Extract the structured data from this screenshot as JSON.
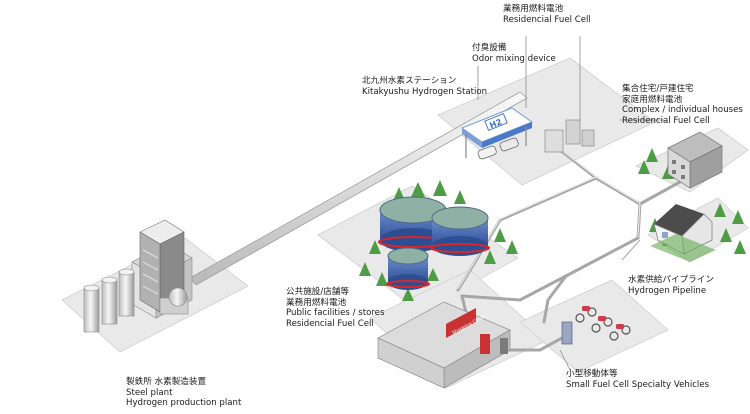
{
  "labels": {
    "residential_fuel_cell_top": {
      "ja": "業務用燃料電池",
      "en": "Residencial Fuel Cell"
    },
    "odor_mixing": {
      "ja": "付臭設備",
      "en": "Odor mixing device"
    },
    "hydrogen_station": {
      "ja": "北九州水素ステーション",
      "en": "Kitakyushu Hydrogen Station"
    },
    "housing": {
      "ja1": "集合住宅/戸建住宅",
      "ja2": "家庭用燃料電池",
      "en1": "Complex / individual houses",
      "en2": "Residencial Fuel Cell"
    },
    "pipeline": {
      "ja": "水素供給パイプライン",
      "en": "Hydrogen Pipeline"
    },
    "public_facilities": {
      "ja1": "公共施設/店舗等",
      "ja2": "業務用燃料電池",
      "en1": "Public facilities / stores",
      "en2": "Residencial Fuel Cell"
    },
    "vehicles": {
      "ja": "小型移動体等",
      "en": "Small Fuel Cell Specialty Vehicles"
    },
    "steel_plant": {
      "ja": "製鉄所 水素製造装置",
      "en1": "Steel plant",
      "en2": "Hydrogen production plant"
    }
  },
  "station_sign": "H2",
  "store_sign": "Shopping Center"
}
